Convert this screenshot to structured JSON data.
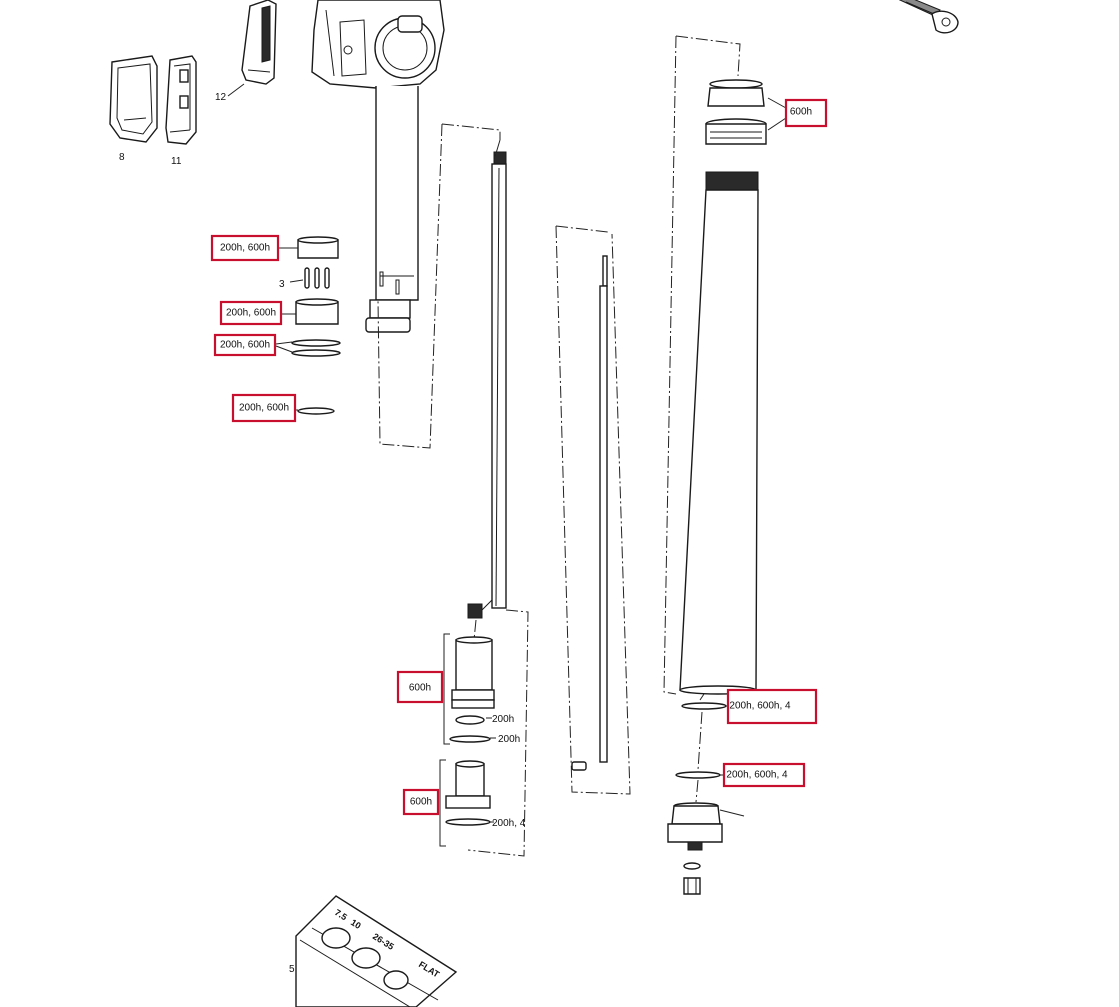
{
  "part_numbers": {
    "n3": "3",
    "n5": "5",
    "n8": "8",
    "n11": "11",
    "n12": "12"
  },
  "callouts": {
    "top_seal_head": "600h",
    "upper_bushing": "200h, 600h",
    "lower_bushing": "200h, 600h",
    "wiper_rings": "200h, 600h",
    "small_oring": "200h, 600h",
    "piston_assembly": "600h",
    "lower_piston": "600h",
    "outer_oring_upper": "200h, 600h, 4",
    "outer_oring_lower": "200h, 600h, 4"
  },
  "plain_labels": {
    "piston_oring_a": "200h",
    "piston_oring_b": "200h",
    "lower_oring": "200h, 4"
  },
  "tool_markings": {
    "m1": "7.5",
    "m2": "10",
    "m3": "26-35",
    "m4": "FLAT"
  },
  "colors": {
    "callout_border": "#c8102e",
    "line": "#1a1a1a"
  }
}
